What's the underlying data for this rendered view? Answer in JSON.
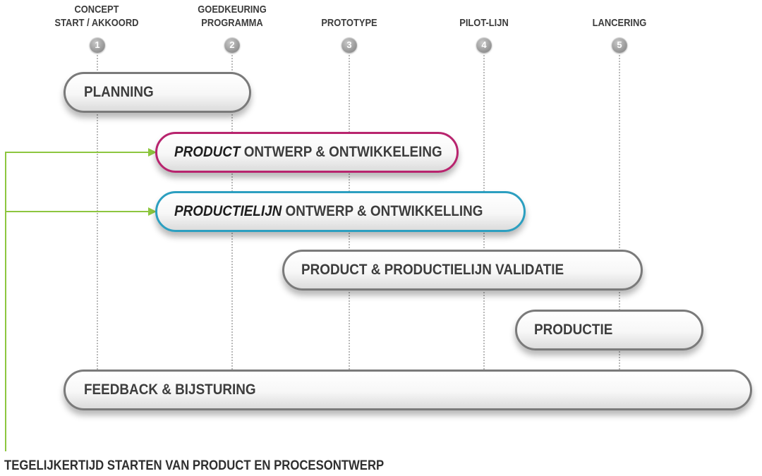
{
  "milestones": [
    {
      "label": "CONCEPT\nSTART / AKKOORD",
      "number": "1"
    },
    {
      "label": "GOEDKEURING\nPROGRAMMA",
      "number": "2"
    },
    {
      "label": "PROTOTYPE",
      "number": "3"
    },
    {
      "label": "PILOT-LIJN",
      "number": "4"
    },
    {
      "label": "LANCERING",
      "number": "5"
    }
  ],
  "bars": {
    "planning": {
      "label": "PLANNING"
    },
    "product": {
      "emphasis": "PRODUCT",
      "label": " ONTWERP & ONTWIKKELEING",
      "border_color": "#b8246e"
    },
    "line": {
      "emphasis": "PRODUCTIELIJN",
      "label": " ONTWERP & ONTWIKKELLING",
      "border_color": "#2c9fc0"
    },
    "validation": {
      "label": "PRODUCT & PRODUCTIELIJN VALIDATIE"
    },
    "production": {
      "label": "PRODUCTIE"
    },
    "feedback": {
      "label": "FEEDBACK & BIJSTURING"
    }
  },
  "footnote": "TEGELIJKERTIJD STARTEN VAN PRODUCT EN PROCESONTWERP",
  "colors": {
    "bracket": "#8dc63f",
    "bar_border": "#7a7a7a",
    "text": "#3d3d3d"
  }
}
